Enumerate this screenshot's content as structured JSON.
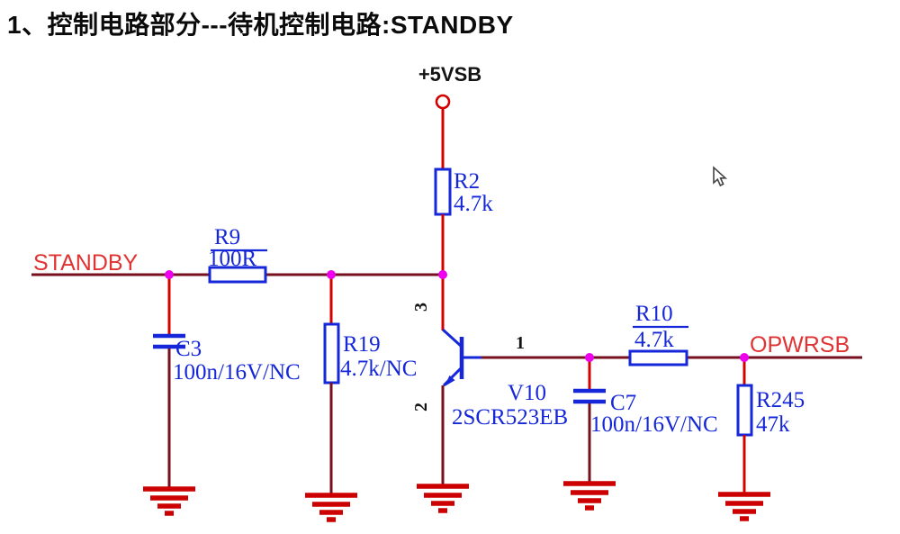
{
  "title": "1、控制电路部分---待机控制电路:STANDBY",
  "colors": {
    "wire-dark": "#76101e",
    "wire-red": "#d40000",
    "component-blue": "#1527d8",
    "junction-magenta": "#ee00ee",
    "net-label-red": "#e03333",
    "ground-red": "#cc0000",
    "text-black": "#141414"
  },
  "nets": {
    "power": "+5VSB",
    "standby": "STANDBY",
    "opwrsb": "OPWRSB"
  },
  "components": {
    "r2": {
      "ref": "R2",
      "value": "4.7k"
    },
    "r9": {
      "ref": "R9",
      "value": "100R"
    },
    "c3": {
      "ref": "C3",
      "value": "100n/16V/NC"
    },
    "r19": {
      "ref": "R19",
      "value": "4.7k/NC"
    },
    "v10": {
      "ref": "V10",
      "value": "2SCR523EB",
      "pin1": "1",
      "pin2": "2",
      "pin3": "3"
    },
    "c7": {
      "ref": "C7",
      "value": "100n/16V/NC"
    },
    "r10": {
      "ref": "R10",
      "value": "4.7k"
    },
    "r245": {
      "ref": "R245",
      "value": "47k"
    }
  }
}
